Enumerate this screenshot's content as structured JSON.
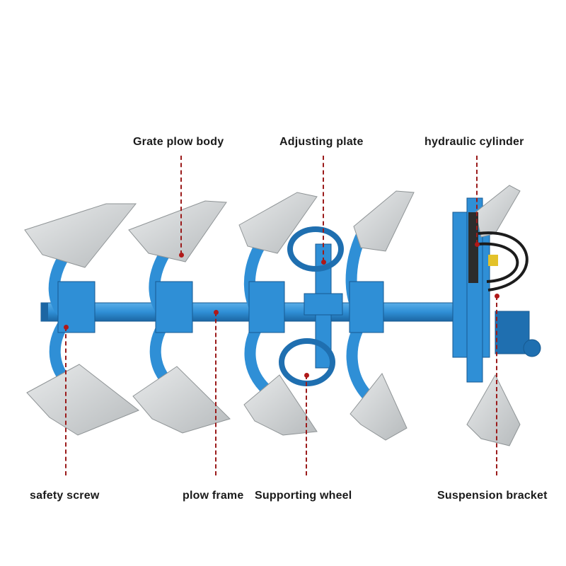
{
  "labels": {
    "grate_plow_body": "Grate plow body",
    "adjusting_plate": "Adjusting plate",
    "hydraulic_cylinder": "hydraulic cylinder",
    "safety_screw": "safety screw",
    "plow_frame": "plow frame",
    "supporting_wheel": "Supporting wheel",
    "suspension_bracket": "Suspension bracket"
  },
  "colors": {
    "frame_blue": "#2f8fd6",
    "frame_blue_dark": "#1f6fb0",
    "blade_gray": "#cfd2d3",
    "leader_red": "#9b1b1b"
  }
}
